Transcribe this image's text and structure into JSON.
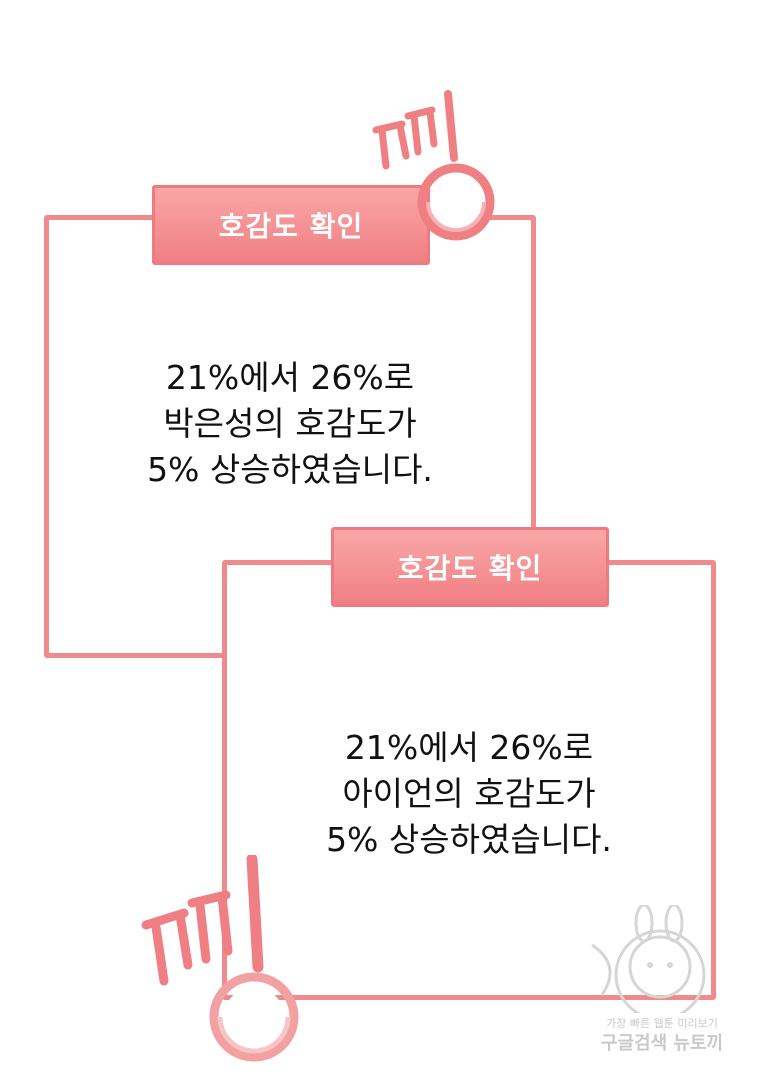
{
  "panels": [
    {
      "header": "호감도 확인",
      "lines": [
        "21%에서 26%로",
        "박은성의 호감도가",
        "5% 상승하였습니다."
      ]
    },
    {
      "header": "호감도 확인",
      "lines": [
        "21%에서 26%로",
        "아이언의 호감도가",
        "5% 상승하였습니다."
      ]
    }
  ],
  "sound_effects": [
    "띵",
    "띵"
  ],
  "watermark": {
    "top": "가장 빠른 웹툰 미리보기",
    "bottom": "구글검색 뉴토끼"
  },
  "colors": {
    "accent": "#f08a8c",
    "header_top": "#f9a7a8",
    "header_bottom": "#f07f83"
  }
}
